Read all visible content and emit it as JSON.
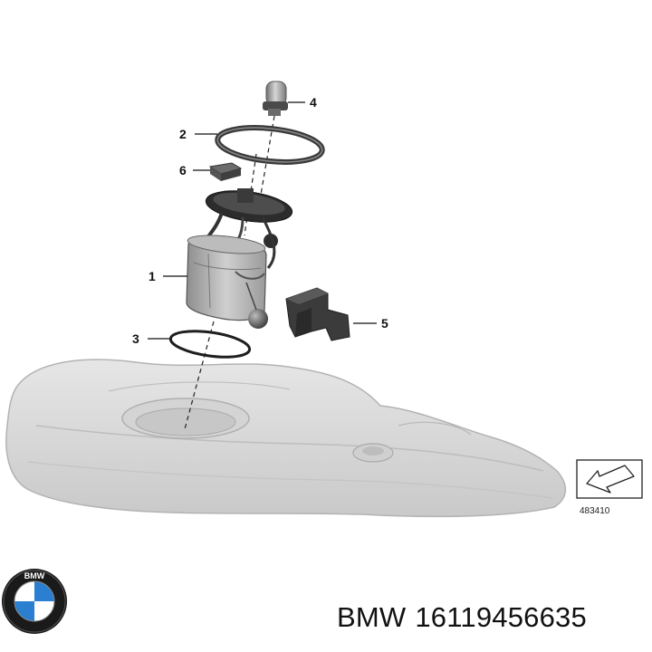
{
  "callouts": {
    "c1": "1",
    "c2": "2",
    "c3": "3",
    "c4": "4",
    "c5": "5",
    "c6": "6"
  },
  "reference_number": "483410",
  "caption": {
    "brand": "BMW",
    "part_number": "16119456635"
  },
  "logo": {
    "text": "BMW",
    "colors": {
      "ring": "#1a1a1a",
      "blue": "#2a7fd0",
      "white": "#ffffff"
    }
  }
}
